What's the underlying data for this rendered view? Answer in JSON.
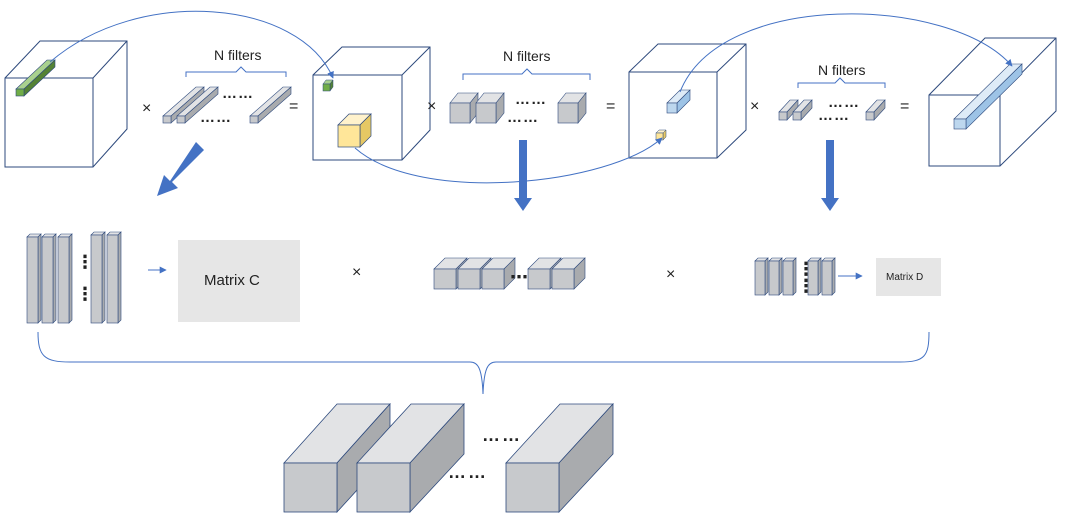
{
  "labels": {
    "filters_1": "N filters",
    "filters_2": "N filters",
    "filters_3": "N filters",
    "matrix_c": "Matrix C",
    "matrix_d": "Matrix D"
  },
  "operators": {
    "times_1": "×",
    "equals_1": "=",
    "times_2": "×",
    "equals_2": "=",
    "times_3": "×",
    "equals_3": "=",
    "times_4": "×",
    "times_5": "×"
  },
  "ellipsis": {
    "top_1a": "……",
    "top_1b": "……",
    "top_2a": "……",
    "top_2b": "……",
    "top_3a": "……",
    "top_3b": "……",
    "mid_1a": "⋮",
    "mid_1b": "⋮",
    "mid_2": "⋯",
    "mid_3a": "⋮",
    "mid_3b": "⋮",
    "bottom_a": "……",
    "bottom_b": "……"
  },
  "colors": {
    "cube_stroke": "#2e4a7d",
    "bar_fill": "#c7c9cc",
    "bar_dark": "#a9abae",
    "bar_light": "#e2e3e5",
    "green": "#70ad47",
    "yellow": "#ffe699",
    "light_blue": "#bdd7ee",
    "arrow_blue": "#4472c4",
    "matrix_fill": "#e6e6e6"
  }
}
